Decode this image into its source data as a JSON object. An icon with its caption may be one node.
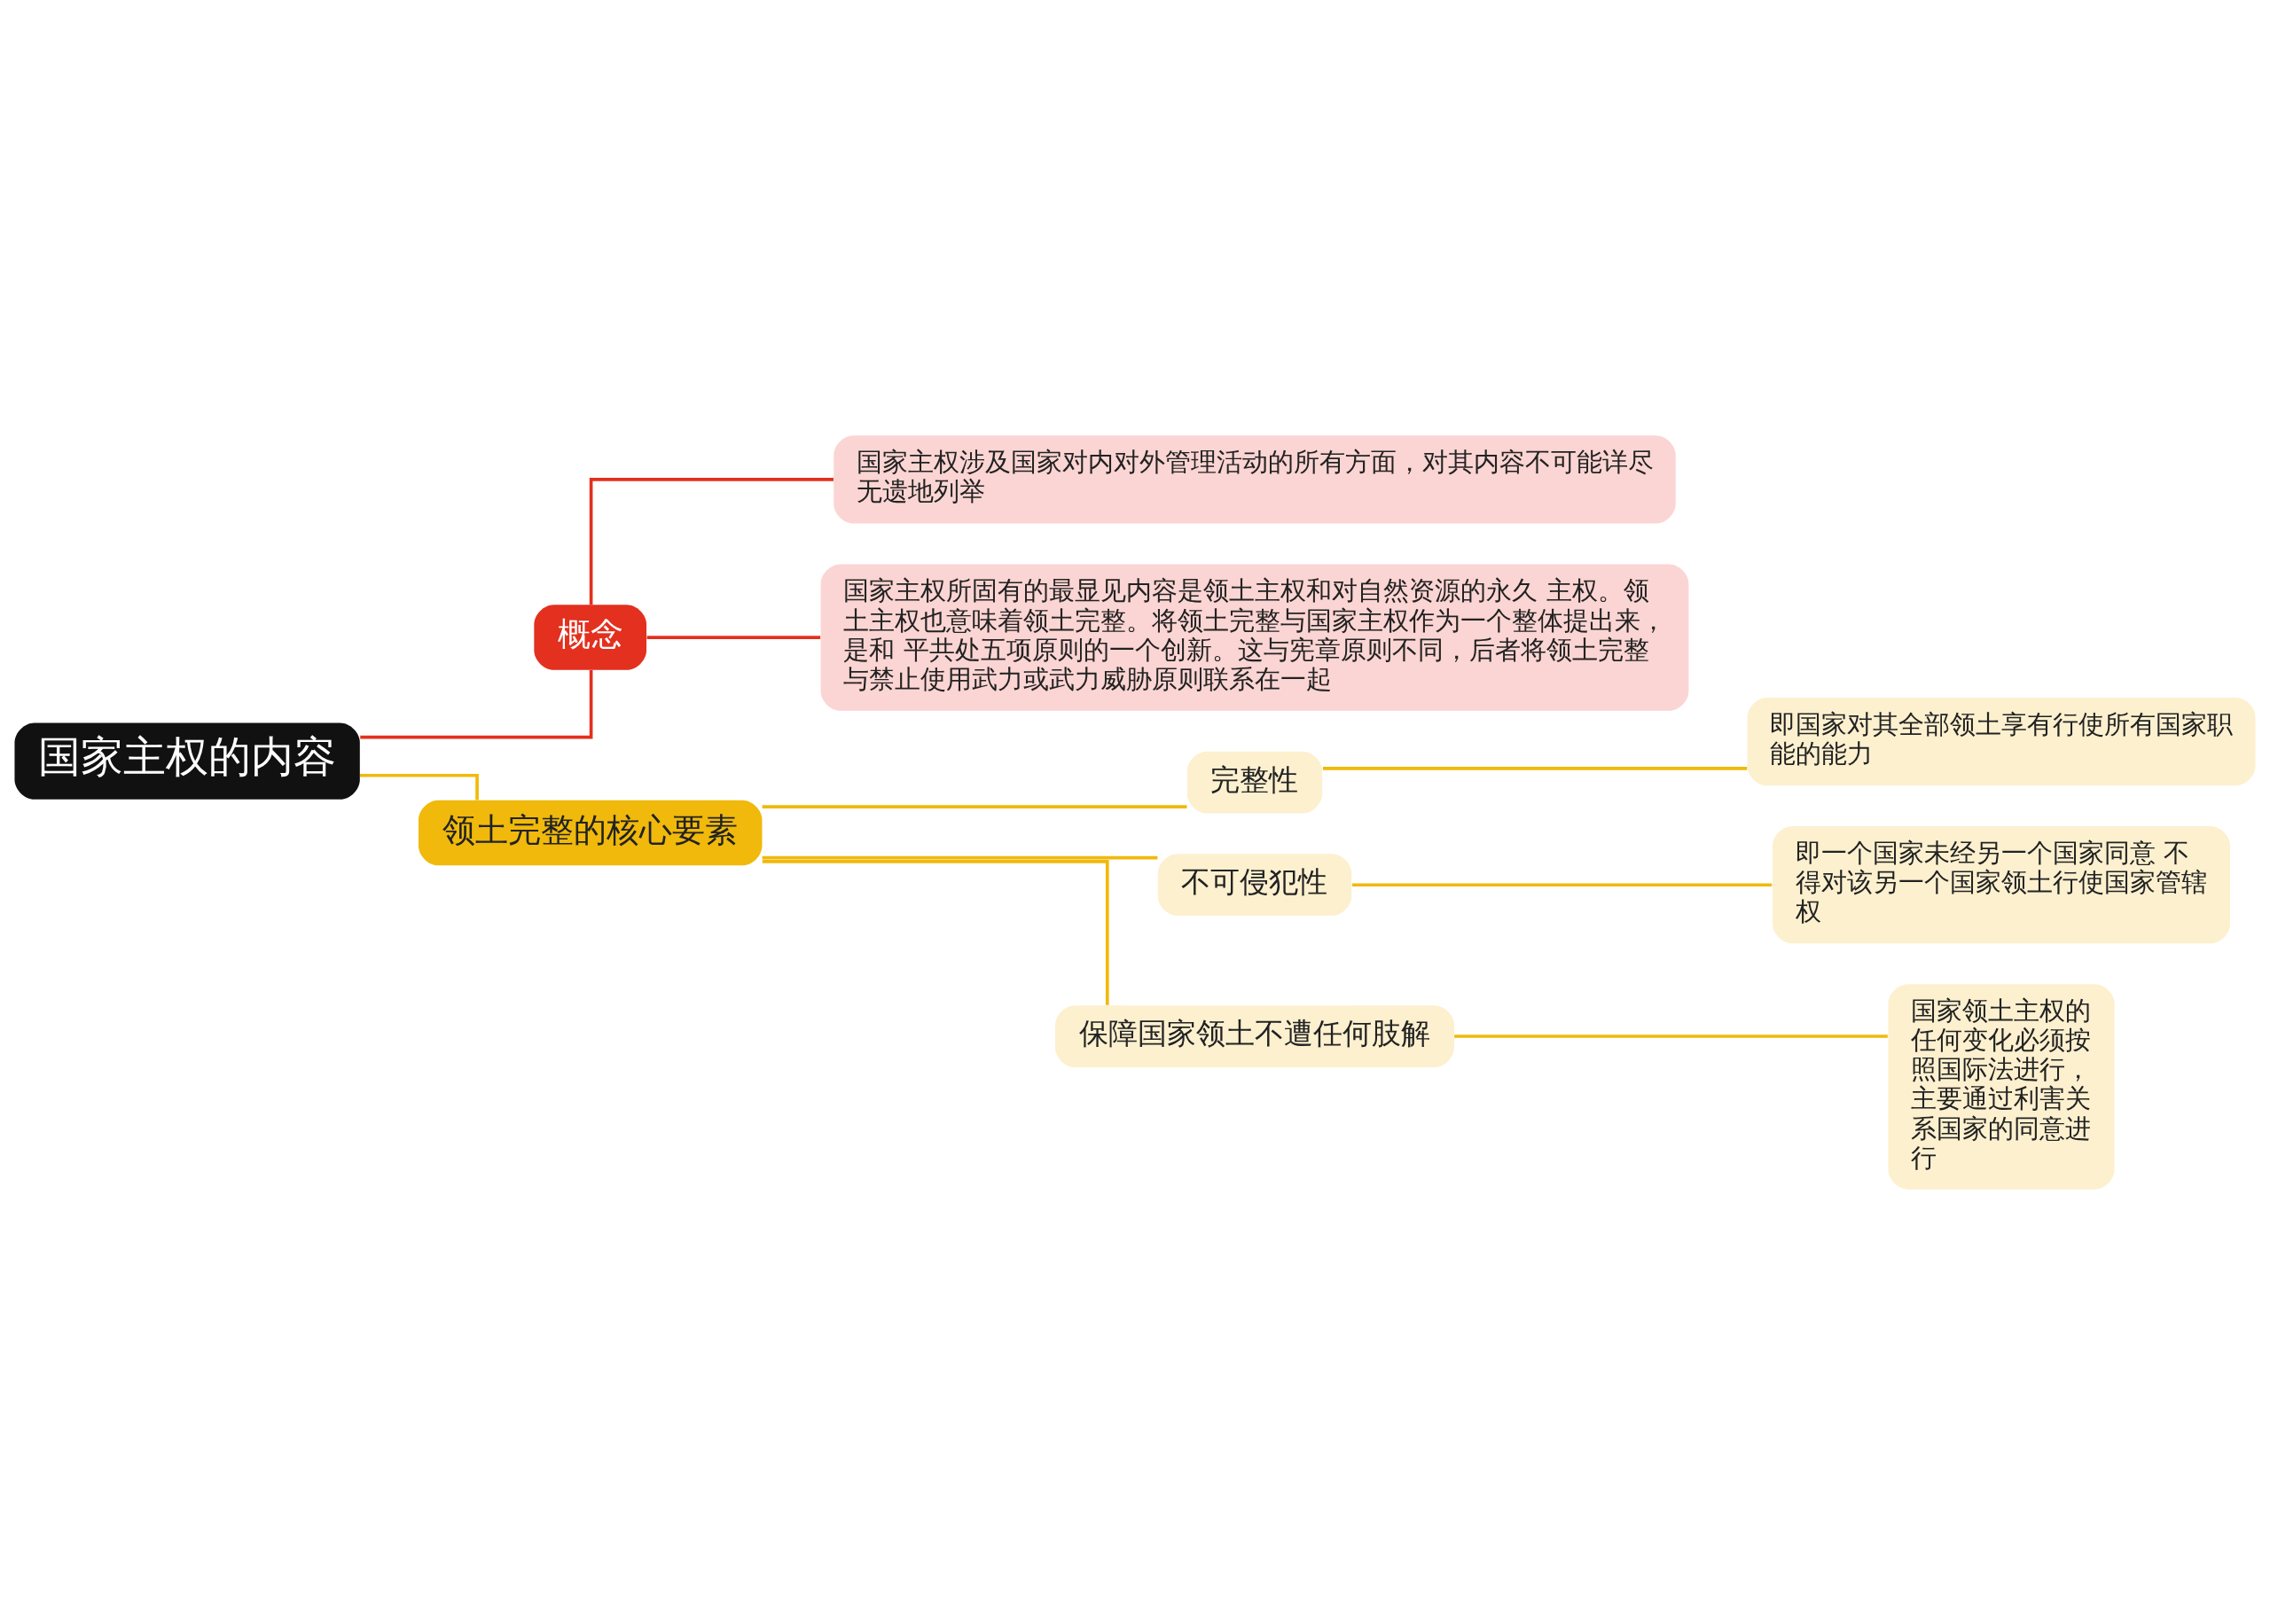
{
  "diagram": {
    "nodes": [
      {
        "text": [
          "国家主权的内容"
        ]
      },
      {
        "text": [
          "概念"
        ]
      },
      {
        "text": [
          "国家主权涉及国家对内对外管理活动的所有方面，对其内容不可能详尽无遗地列举"
        ]
      },
      {
        "text": [
          "国家主权所固有的最显见内容是领土主权和对自然资源的永久 主权。领土主权也意味着领土完整。将领土完整与国家主权作为一个整体提出来，是和 平共处五项原则的一个创新。这与宪章原则不同，后者将领土完整与禁止使用武力或武力威胁原则联系在一起"
        ]
      },
      {
        "text": [
          "领土完整的核心要素"
        ]
      },
      {
        "text": [
          "完整性"
        ]
      },
      {
        "text": [
          "即国家对其全部领土享有行使所有国家职能的能力"
        ]
      },
      {
        "text": [
          "不可侵犯性"
        ]
      },
      {
        "text": [
          "即一个国家未经另一个国家同意 不得对该另一个国家领土行使国家管辖权"
        ]
      },
      {
        "text": [
          "保障国家领土不遭任何肢解"
        ]
      },
      {
        "text": [
          "国家领土主权的任何变化必须按照国际法进行，主要通过利害关系国家的同意进行"
        ]
      }
    ],
    "edges": [
      {
        "from": 0,
        "to": 1,
        "arrow": "none",
        "color": "#e3301f"
      },
      {
        "from": 1,
        "to": 2,
        "arrow": "none",
        "color": "#e3301f"
      },
      {
        "from": 1,
        "to": 3,
        "arrow": "none",
        "color": "#e3301f"
      },
      {
        "from": 0,
        "to": 4,
        "arrow": "none"
      },
      {
        "from": 4,
        "to": 5,
        "arrow": "none"
      },
      {
        "from": 5,
        "to": 6,
        "arrow": "none"
      },
      {
        "from": 4,
        "to": 7,
        "arrow": "none"
      },
      {
        "from": 7,
        "to": 8,
        "arrow": "none"
      },
      {
        "from": 4,
        "to": 9,
        "arrow": "none"
      },
      {
        "from": 9,
        "to": 10,
        "arrow": "none"
      }
    ]
  }
}
